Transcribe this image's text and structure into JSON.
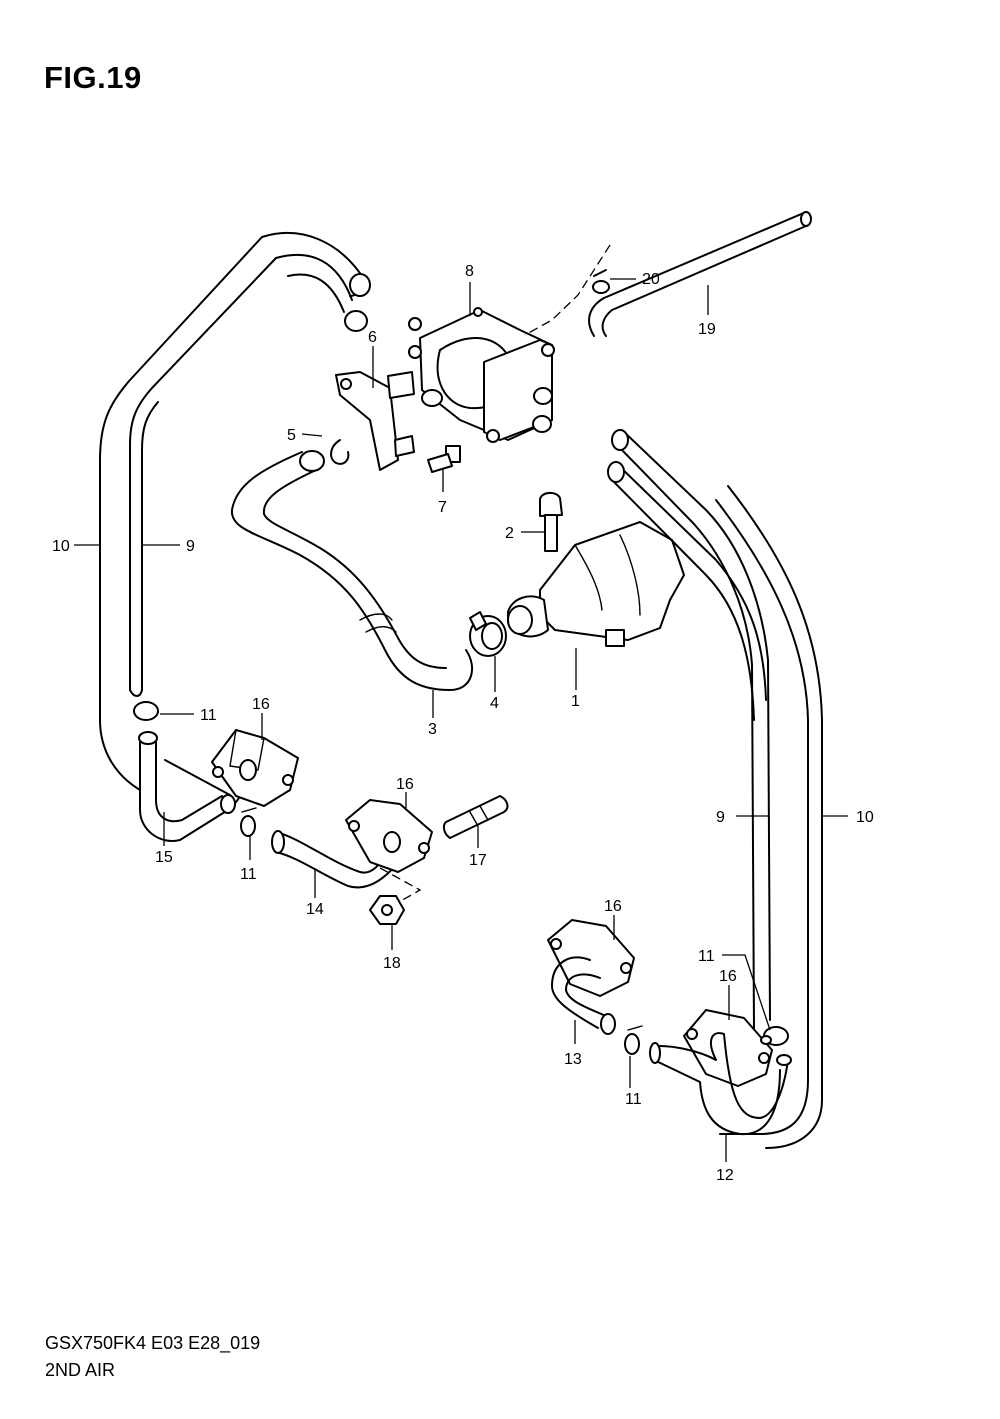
{
  "figure": {
    "title": "FIG.19",
    "model_code": "GSX750FK4 E03 E28_019",
    "section_name": "2ND AIR"
  },
  "callouts": [
    "1",
    "2",
    "3",
    "4",
    "5",
    "6",
    "7",
    "8",
    "9",
    "10",
    "11",
    "12",
    "13",
    "14",
    "15",
    "16",
    "17",
    "18",
    "19",
    "20"
  ],
  "labels": {
    "c1": "1",
    "c2": "2",
    "c3": "3",
    "c4": "4",
    "c5": "5",
    "c6": "6",
    "c7": "7",
    "c8": "8",
    "c9a": "9",
    "c9b": "9",
    "c10a": "10",
    "c10b": "10",
    "c11a": "11",
    "c11b": "11",
    "c11c": "11",
    "c11d": "11",
    "c12": "12",
    "c13": "13",
    "c14": "14",
    "c15": "15",
    "c16a": "16",
    "c16b": "16",
    "c16c": "16",
    "c16d": "16",
    "c17": "17",
    "c18": "18",
    "c19": "19",
    "c20": "20"
  }
}
